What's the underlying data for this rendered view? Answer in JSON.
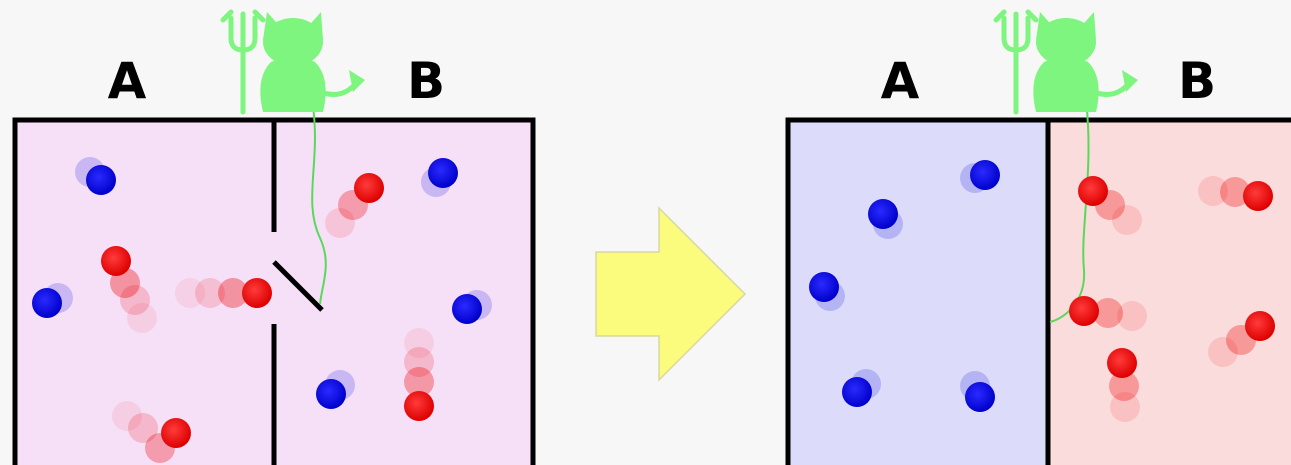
{
  "colors": {
    "background": "#f7f7f7",
    "box_mixed": "#f6e0f8",
    "box_cold": "#dcdcfa",
    "box_hot": "#fbdcdc",
    "wall": "#000000",
    "fast_molecule": "#ee0000",
    "slow_molecule": "#0000dd",
    "demon": "#7ef57e",
    "arrow": "#fbfb7d",
    "arrow_stroke": "#d8d8a0"
  },
  "panels": {
    "before": {
      "label_a": "A",
      "label_b": "B",
      "door_state": "open",
      "demon_icon": "demon-icon"
    },
    "after": {
      "label_a": "A",
      "label_b": "B",
      "door_state": "closed",
      "demon_icon": "demon-icon"
    }
  },
  "transition_icon": "right-arrow-icon"
}
